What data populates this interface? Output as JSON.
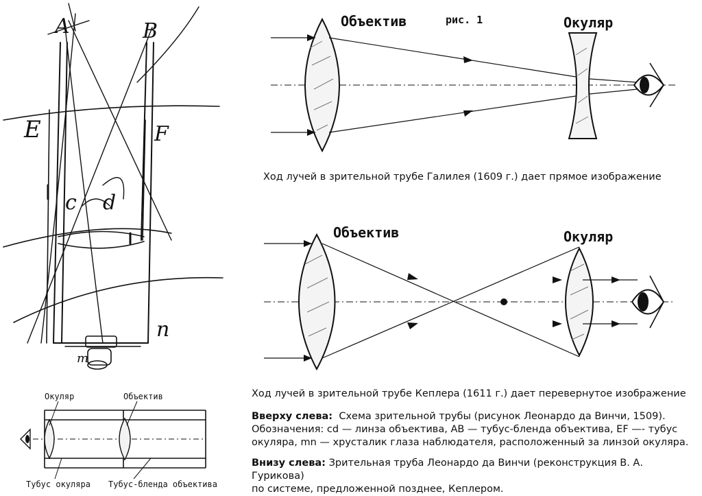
{
  "galileo": {
    "fig_label": "рис. 1",
    "objective": "Объектив",
    "eyepiece": "Окуляр",
    "caption": "Ход лучей в зрительной трубе Галилея (1609 г.) дает прямое изображение"
  },
  "kepler": {
    "objective": "Объектив",
    "eyepiece": "Окуляр",
    "caption": "Ход лучей в зрительной трубе Кеплера (1611 г.) дает перевернутое изображение"
  },
  "leonardo_sketch": {
    "letters": [
      "A",
      "B",
      "E",
      "F",
      "c",
      "d",
      "n",
      "m"
    ]
  },
  "reconstruction": {
    "eyepiece": "Окуляр",
    "objective": "Объектив",
    "eyepiece_tube": "Тубус окуляра",
    "objective_tube": "Тубус-бленда объектива"
  },
  "notes": {
    "top_left_head": "Вверху слева:",
    "top_left_text1": "Схема зрительной трубы (рисунок Леонардо да Винчи, 1509).",
    "top_left_text2": "Обозначения: cd — линза объектива, AB — тубус-бленда объектива, EF —- тубус",
    "top_left_text3": "окуляра, mn — хрусталик глаза наблюдателя, расположенный за линзой окуляра.",
    "bottom_left_head": "Внизу слева:",
    "bottom_left_text1": "Зрительная труба Леонардо да Винчи (реконструкция В. А. Гурикова)",
    "bottom_left_text2": "по системе, предложенной позднее, Кеплером."
  }
}
